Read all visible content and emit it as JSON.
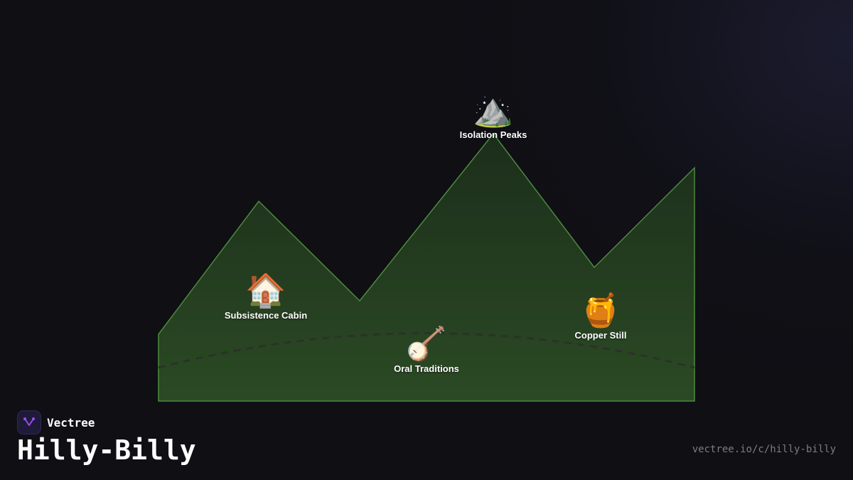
{
  "brand": {
    "name": "Vectree"
  },
  "page": {
    "title": "Hilly-Billy",
    "url": "vectree.io/c/hilly-billy"
  },
  "colors": {
    "background": "#0f0f14",
    "hill_fill": "#26401f",
    "hill_stroke": "#4c8a3c",
    "path_dash": "#2f3a2c",
    "logo_accent": "#a24ef0"
  },
  "nodes": [
    {
      "id": "isolation-peaks",
      "label": "Isolation Peaks",
      "icon": "mountain-icon",
      "glyph": "⛰️"
    },
    {
      "id": "subsistence-cabin",
      "label": "Subsistence Cabin",
      "icon": "house-icon",
      "glyph": "🏠"
    },
    {
      "id": "oral-traditions",
      "label": "Oral Traditions",
      "icon": "banjo-icon",
      "glyph": "🪕"
    },
    {
      "id": "copper-still",
      "label": "Copper Still",
      "icon": "honey-pot-icon",
      "glyph": "🍯"
    }
  ]
}
